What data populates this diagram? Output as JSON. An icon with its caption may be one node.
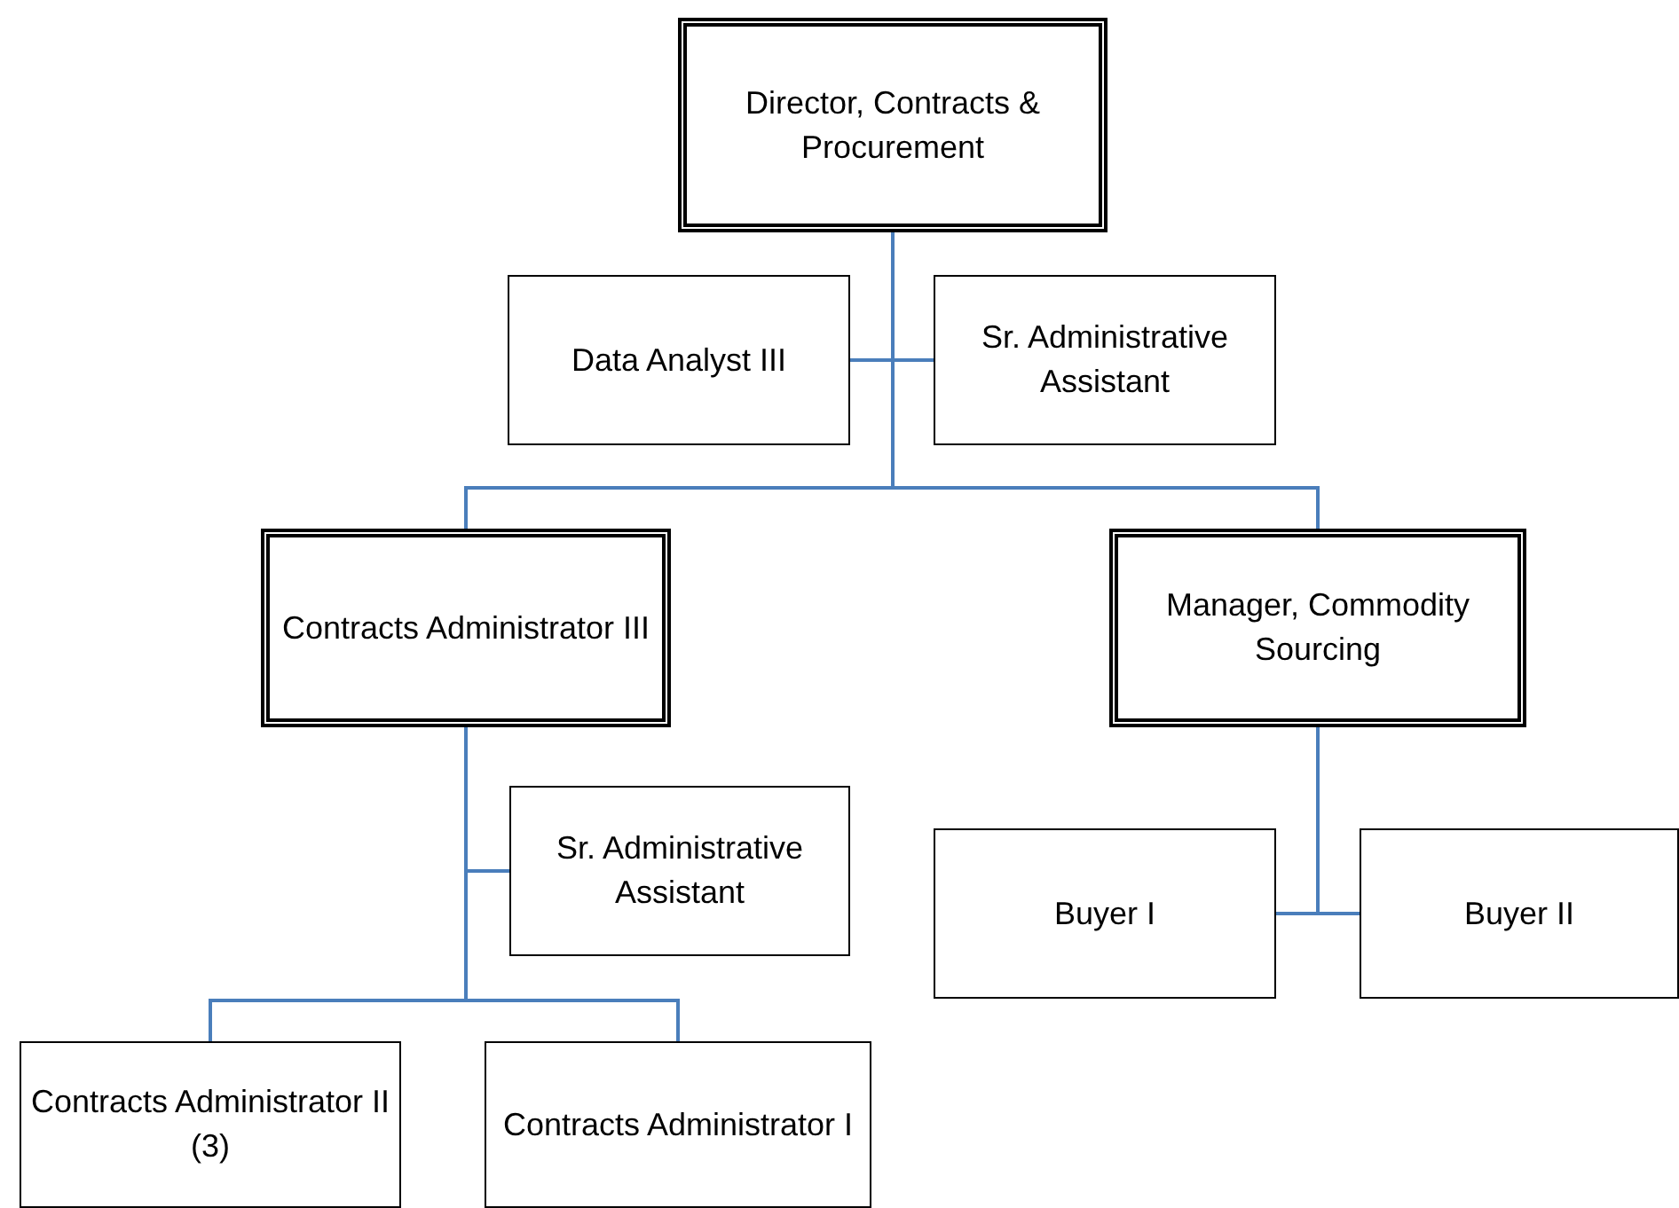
{
  "diagram": {
    "nodes": [
      {
        "text": [
          "Director, Contracts & Procurement"
        ]
      },
      {
        "text": [
          "Data Analyst III"
        ]
      },
      {
        "text": [
          "Sr. Administrative Assistant"
        ]
      },
      {
        "text": [
          "Contracts Administrator III"
        ]
      },
      {
        "text": [
          "Manager, Commodity Sourcing"
        ]
      },
      {
        "text": [
          "Sr. Administrative Assistant"
        ]
      },
      {
        "text": [
          "Buyer I"
        ]
      },
      {
        "text": [
          "Buyer II"
        ]
      },
      {
        "text": [
          "Contracts Administrator II (3)"
        ]
      },
      {
        "text": [
          "Contracts Administrator I"
        ]
      }
    ],
    "edges": [
      {
        "from": 0,
        "to": 1,
        "arrow": "none"
      },
      {
        "from": 0,
        "to": 2,
        "arrow": "none"
      },
      {
        "from": 0,
        "to": 3,
        "arrow": "none"
      },
      {
        "from": 0,
        "to": 4,
        "arrow": "none"
      },
      {
        "from": 3,
        "to": 5,
        "arrow": "none"
      },
      {
        "from": 3,
        "to": 8,
        "arrow": "none"
      },
      {
        "from": 3,
        "to": 9,
        "arrow": "none"
      },
      {
        "from": 4,
        "to": 6,
        "arrow": "none"
      },
      {
        "from": 4,
        "to": 7,
        "arrow": "none"
      }
    ]
  }
}
